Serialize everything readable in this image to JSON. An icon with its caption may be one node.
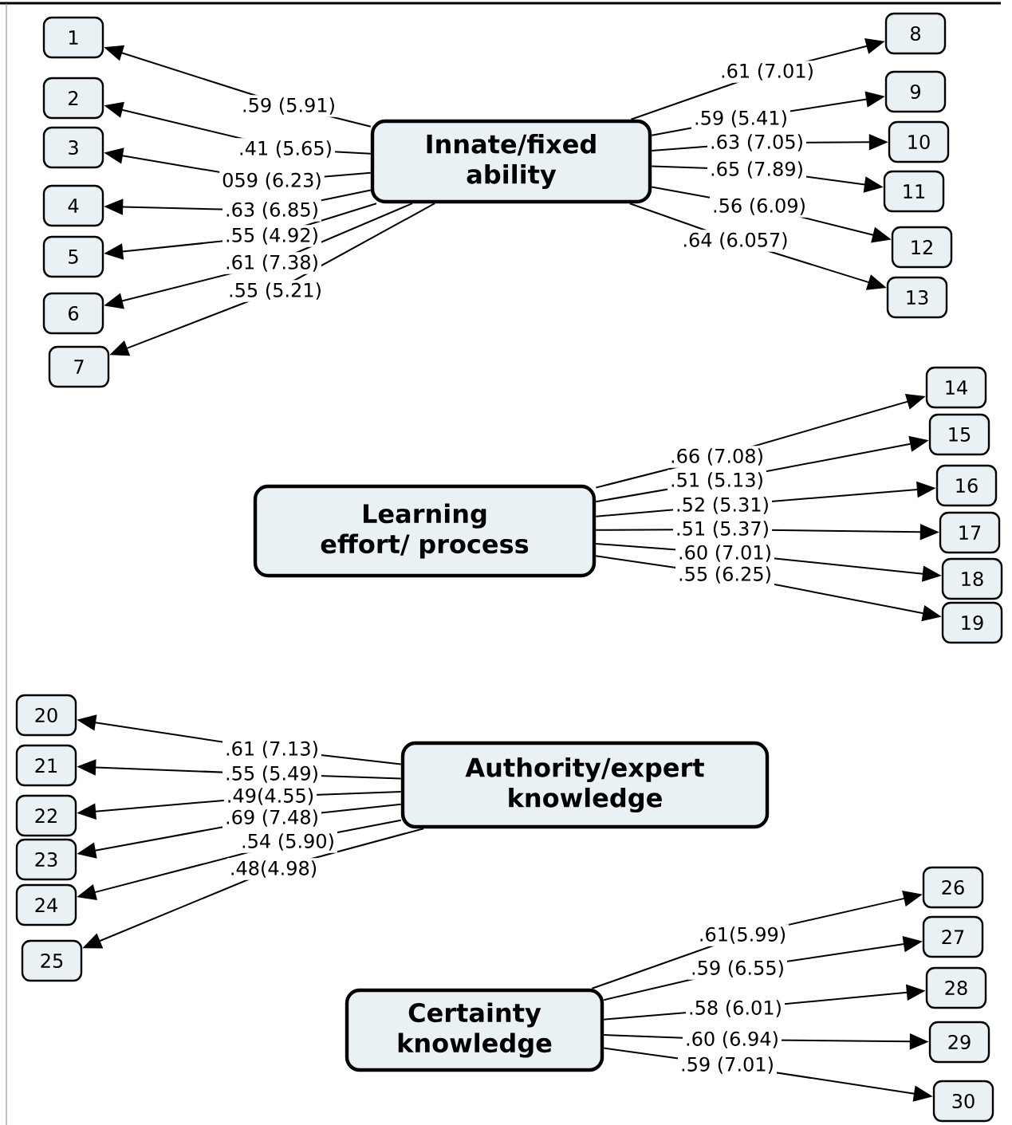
{
  "diagram": {
    "nodes": [
      {
        "text": [
          "Innate/fixed ability"
        ]
      },
      {
        "text": [
          "1"
        ]
      },
      {
        "text": [
          "2"
        ]
      },
      {
        "text": [
          "3"
        ]
      },
      {
        "text": [
          "4"
        ]
      },
      {
        "text": [
          "5"
        ]
      },
      {
        "text": [
          "6"
        ]
      },
      {
        "text": [
          "7"
        ]
      },
      {
        "text": [
          "8"
        ]
      },
      {
        "text": [
          "9"
        ]
      },
      {
        "text": [
          "10"
        ]
      },
      {
        "text": [
          "11"
        ]
      },
      {
        "text": [
          "12"
        ]
      },
      {
        "text": [
          "13"
        ]
      },
      {
        "text": [
          "Learning effort/ process"
        ]
      },
      {
        "text": [
          "14"
        ]
      },
      {
        "text": [
          "15"
        ]
      },
      {
        "text": [
          "16"
        ]
      },
      {
        "text": [
          "17"
        ]
      },
      {
        "text": [
          "18"
        ]
      },
      {
        "text": [
          "19"
        ]
      },
      {
        "text": [
          "Authority/expert knowledge"
        ]
      },
      {
        "text": [
          "20"
        ]
      },
      {
        "text": [
          "21"
        ]
      },
      {
        "text": [
          "22"
        ]
      },
      {
        "text": [
          "23"
        ]
      },
      {
        "text": [
          "24"
        ]
      },
      {
        "text": [
          "25"
        ]
      },
      {
        "text": [
          "Certainty knowledge"
        ]
      },
      {
        "text": [
          "26"
        ]
      },
      {
        "text": [
          "27"
        ]
      },
      {
        "text": [
          "28"
        ]
      },
      {
        "text": [
          "29"
        ]
      },
      {
        "text": [
          "30"
        ]
      }
    ],
    "edges": [
      {
        "from": 0,
        "to": 1,
        "arrow": "to",
        "label": ".59 (5.91)"
      },
      {
        "from": 0,
        "to": 2,
        "arrow": "to",
        "label": ".41 (5.65)"
      },
      {
        "from": 0,
        "to": 3,
        "arrow": "to",
        "label": "059 (6.23)"
      },
      {
        "from": 0,
        "to": 4,
        "arrow": "to",
        "label": ".63 (6.85)"
      },
      {
        "from": 0,
        "to": 5,
        "arrow": "to",
        "label": ".55 (4.92)"
      },
      {
        "from": 0,
        "to": 6,
        "arrow": "to",
        "label": ".61 (7.38)"
      },
      {
        "from": 0,
        "to": 7,
        "arrow": "to",
        "label": ".55 (5.21)"
      },
      {
        "from": 0,
        "to": 8,
        "arrow": "to",
        "label": ".61 (7.01)"
      },
      {
        "from": 0,
        "to": 9,
        "arrow": "to",
        "label": ".59 (5.41)"
      },
      {
        "from": 0,
        "to": 10,
        "arrow": "to",
        "label": ".63 (7.05)"
      },
      {
        "from": 0,
        "to": 11,
        "arrow": "to",
        "label": ".65 (7.89)"
      },
      {
        "from": 0,
        "to": 12,
        "arrow": "to",
        "label": ".56 (6.09)"
      },
      {
        "from": 0,
        "to": 13,
        "arrow": "to",
        "label": ".64 (6.057)"
      },
      {
        "from": 14,
        "to": 15,
        "arrow": "to",
        "label": ".66 (7.08)"
      },
      {
        "from": 14,
        "to": 16,
        "arrow": "to",
        "label": ".51 (5.13)"
      },
      {
        "from": 14,
        "to": 17,
        "arrow": "to",
        "label": ".52 (5.31)"
      },
      {
        "from": 14,
        "to": 18,
        "arrow": "to",
        "label": ".51 (5.37)"
      },
      {
        "from": 14,
        "to": 19,
        "arrow": "to",
        "label": ".60 (7.01)"
      },
      {
        "from": 14,
        "to": 20,
        "arrow": "to",
        "label": ".55 (6.25)"
      },
      {
        "from": 21,
        "to": 22,
        "arrow": "to",
        "label": ".61 (7.13)"
      },
      {
        "from": 21,
        "to": 23,
        "arrow": "to",
        "label": ".55 (5.49)"
      },
      {
        "from": 21,
        "to": 24,
        "arrow": "to",
        "label": ".49(4.55)"
      },
      {
        "from": 21,
        "to": 25,
        "arrow": "to",
        "label": ".69 (7.48)"
      },
      {
        "from": 21,
        "to": 26,
        "arrow": "to",
        "label": ".54 (5.90)"
      },
      {
        "from": 21,
        "to": 27,
        "arrow": "to",
        "label": ".48(4.98)"
      },
      {
        "from": 28,
        "to": 29,
        "arrow": "to",
        "label": ".61(5.99)"
      },
      {
        "from": 28,
        "to": 30,
        "arrow": "to",
        "label": ".59 (6.55)"
      },
      {
        "from": 28,
        "to": 31,
        "arrow": "to",
        "label": ".58 (6.01)"
      },
      {
        "from": 28,
        "to": 32,
        "arrow": "to",
        "label": ".60 (6.94)"
      },
      {
        "from": 28,
        "to": 33,
        "arrow": "to",
        "label": ".59 (7.01)"
      }
    ]
  }
}
